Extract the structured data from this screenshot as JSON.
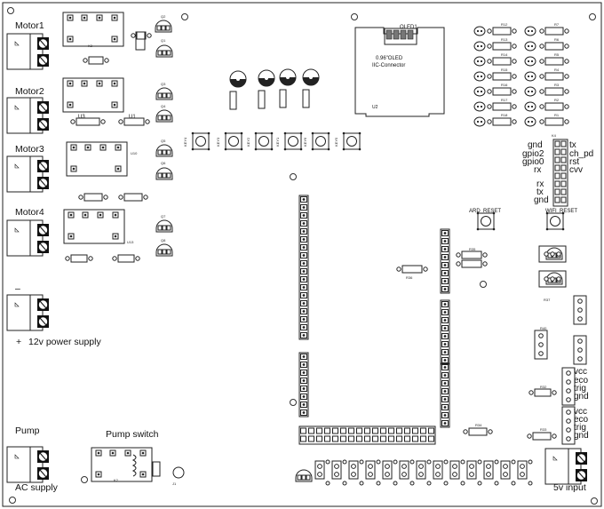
{
  "labels": {
    "motor1": "Motor1",
    "motor2": "Motor2",
    "motor3": "Motor3",
    "motor4": "Motor4",
    "minus": "–",
    "plus": "+",
    "power": "12v power supply",
    "pump": "Pump",
    "ac": "AC supply",
    "pump_switch": "Pump switch",
    "oled": "OLED1",
    "oled_size": "0.96\"OLED",
    "oled_conn": "IIC-Connector",
    "ard_reset": "ARD_RESET",
    "wifi_reset": "WIFI_RESET",
    "fivev": "5v input",
    "u3": "U3",
    "u1": "U1",
    "u2": "U2"
  },
  "wifi_pins_left": [
    "gnd",
    "gpio2",
    "gpio0",
    "rx"
  ],
  "wifi_pins_right": [
    "tx",
    "ch_pd",
    "rst",
    "cvv"
  ],
  "serial_pins": [
    "rx",
    "tx",
    "gnd"
  ],
  "us1_pins": [
    "vcc",
    "eco",
    "trig",
    "gnd"
  ],
  "us2_pins": [
    "vcc",
    "eco",
    "trig",
    "gnd"
  ],
  "resistors_right": [
    "R7",
    "R6",
    "R5",
    "R4",
    "R3",
    "R2",
    "R1"
  ],
  "resistors_mid": [
    "R12",
    "R13",
    "R14",
    "R15",
    "R16",
    "R17",
    "R18"
  ],
  "keys": [
    "KEY4",
    "KEY3",
    "KEY2",
    "KEY1",
    "KEY6",
    "KEY5"
  ],
  "transistors": [
    "Q2",
    "Q1",
    "Q3",
    "Q4",
    "Q5",
    "Q6",
    "Q7",
    "Q8"
  ],
  "misc": [
    "R35",
    "R36",
    "R37",
    "R38",
    "R39",
    "R40",
    "R41",
    "R32",
    "R33",
    "R34",
    "R22",
    "R21",
    "R20",
    "R19",
    "U8",
    "U6",
    "U10",
    "U11",
    "U12",
    "U13",
    "U14",
    "U7",
    "K1",
    "K2",
    "K3",
    "K4",
    "K5",
    "J1",
    "D1",
    "LED3",
    "VR1"
  ]
}
